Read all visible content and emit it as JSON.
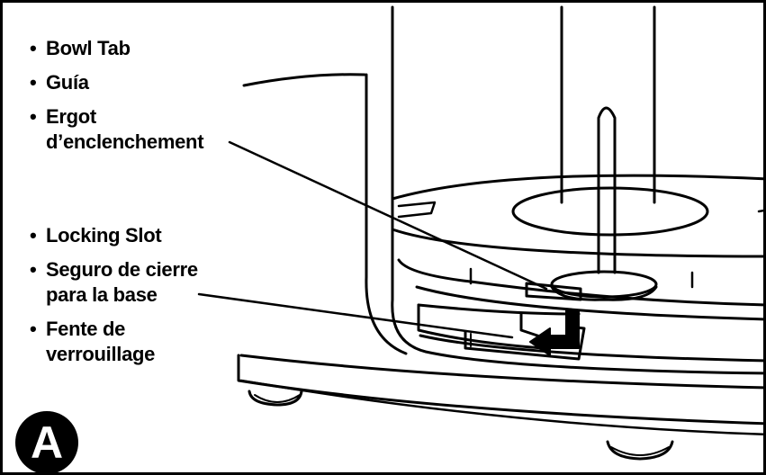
{
  "labels": {
    "group1": {
      "line1": "Bowl Tab",
      "line2": "Guía",
      "line3a": "Ergot",
      "line3b": "d’enclenchement"
    },
    "group2": {
      "line1": "Locking Slot",
      "line2a": "Seguro de cierre",
      "line2b": "para la base",
      "line3a": "Fente de",
      "line3b": "verrouillage"
    }
  },
  "bullet": "•",
  "badge": "A",
  "colors": {
    "ink": "#000000",
    "paper": "#ffffff"
  }
}
